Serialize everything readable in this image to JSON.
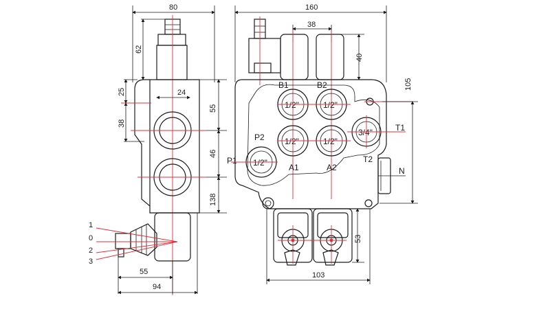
{
  "side_view": {
    "dim_width": "80",
    "dim_top": "62",
    "dim_left_upper": "25",
    "dim_left_lower": "38",
    "dim_inner": "24",
    "dim_right_upper": "55",
    "dim_right_mid": "46",
    "dim_right_total": "138",
    "dim_lever_reach": "55",
    "dim_lever_total": "94",
    "lever_positions": [
      "1",
      "0",
      "2",
      "3"
    ]
  },
  "front_view": {
    "dim_width": "160",
    "dim_spool_pitch": "38",
    "dim_spool_height": "40",
    "dim_height": "105",
    "dim_bottom_width": "103",
    "dim_bottom_height": "53",
    "labels": {
      "b1": "B1",
      "b2": "B2",
      "a1": "A1",
      "a2": "A2",
      "p1": "P1",
      "p2": "P2",
      "t1": "T1",
      "t2": "T2",
      "n": "N"
    },
    "ports": {
      "b1": "1/2\"",
      "b2": "1/2\"",
      "a1": "1/2\"",
      "a2": "1/2\"",
      "p": "1/2\"",
      "t": "3/4\""
    }
  },
  "colors": {
    "outline": "#1a1a1a",
    "centerline": "#e0303a"
  }
}
